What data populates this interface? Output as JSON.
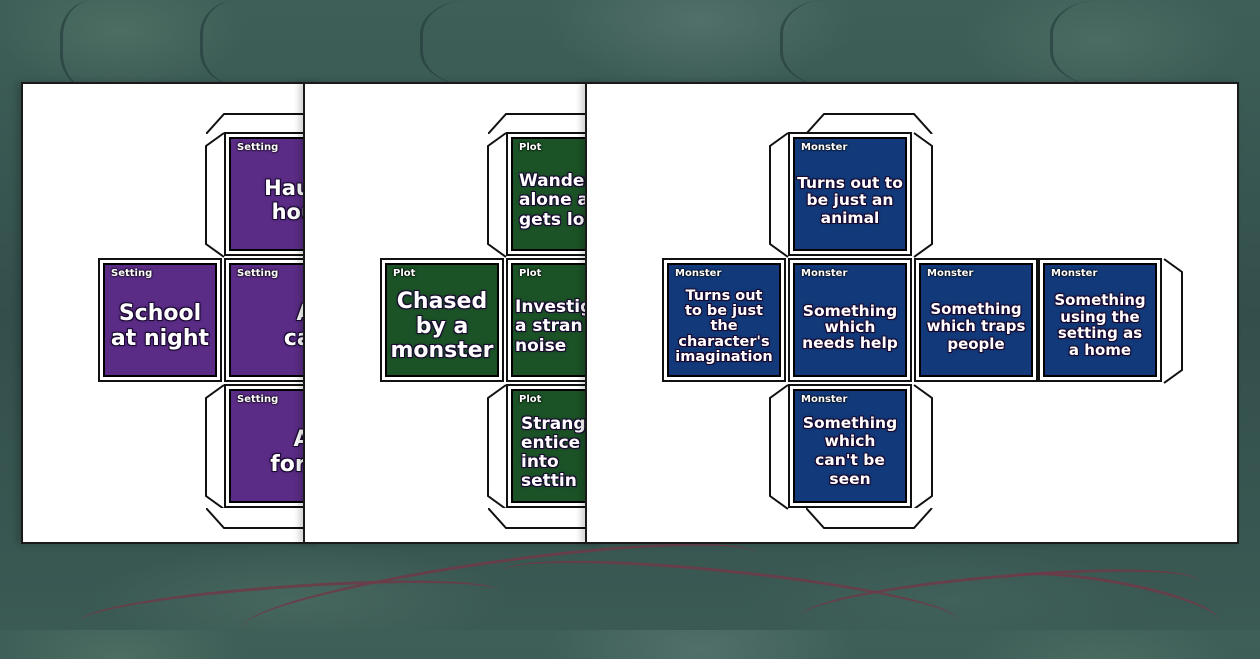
{
  "background": {
    "theme": "dark forest illustration",
    "colors": {
      "foliage": "#3e5f58",
      "brambles": "#6e3a48"
    }
  },
  "colors": {
    "setting": "#5b2c86",
    "plot": "#1b5326",
    "monster": "#123a7a",
    "paper": "#ffffff"
  },
  "sheets": [
    {
      "category": "Setting",
      "faces": {
        "top": {
          "label": "Setting",
          "text": "Haunted\nhouse",
          "visible_text": "Haunt\nhous"
        },
        "left": {
          "label": "Setting",
          "text": "School\nat night"
        },
        "center": {
          "label": "Setting",
          "text": "A\ncave",
          "visible_text": "A\ncav"
        },
        "bottom": {
          "label": "Setting",
          "text": "A\nforest",
          "visible_text": "A\nfores"
        }
      }
    },
    {
      "category": "Plot",
      "faces": {
        "top": {
          "label": "Plot",
          "text": "Wanders\nalone a\ngets lo"
        },
        "left": {
          "label": "Plot",
          "text": "Chased\nby a\nmonster"
        },
        "center": {
          "label": "Plot",
          "text": "Investig\na stran\nnoise"
        },
        "bottom": {
          "label": "Plot",
          "text": "Strang\nentice\ninto\nsettin"
        }
      }
    },
    {
      "category": "Monster",
      "faces": {
        "top": {
          "label": "Monster",
          "text": "Turns out to\nbe just an\nanimal"
        },
        "left": {
          "label": "Monster",
          "text": "Turns out\nto be just the\ncharacter's\nimagination"
        },
        "center": {
          "label": "Monster",
          "text": "Something\nwhich\nneeds help"
        },
        "right": {
          "label": "Monster",
          "text": "Something\nwhich traps\npeople"
        },
        "far_right": {
          "label": "Monster",
          "text": "Something\nusing the\nsetting as\na home"
        },
        "bottom": {
          "label": "Monster",
          "text": "Something\nwhich\ncan't be\nseen"
        }
      }
    }
  ]
}
